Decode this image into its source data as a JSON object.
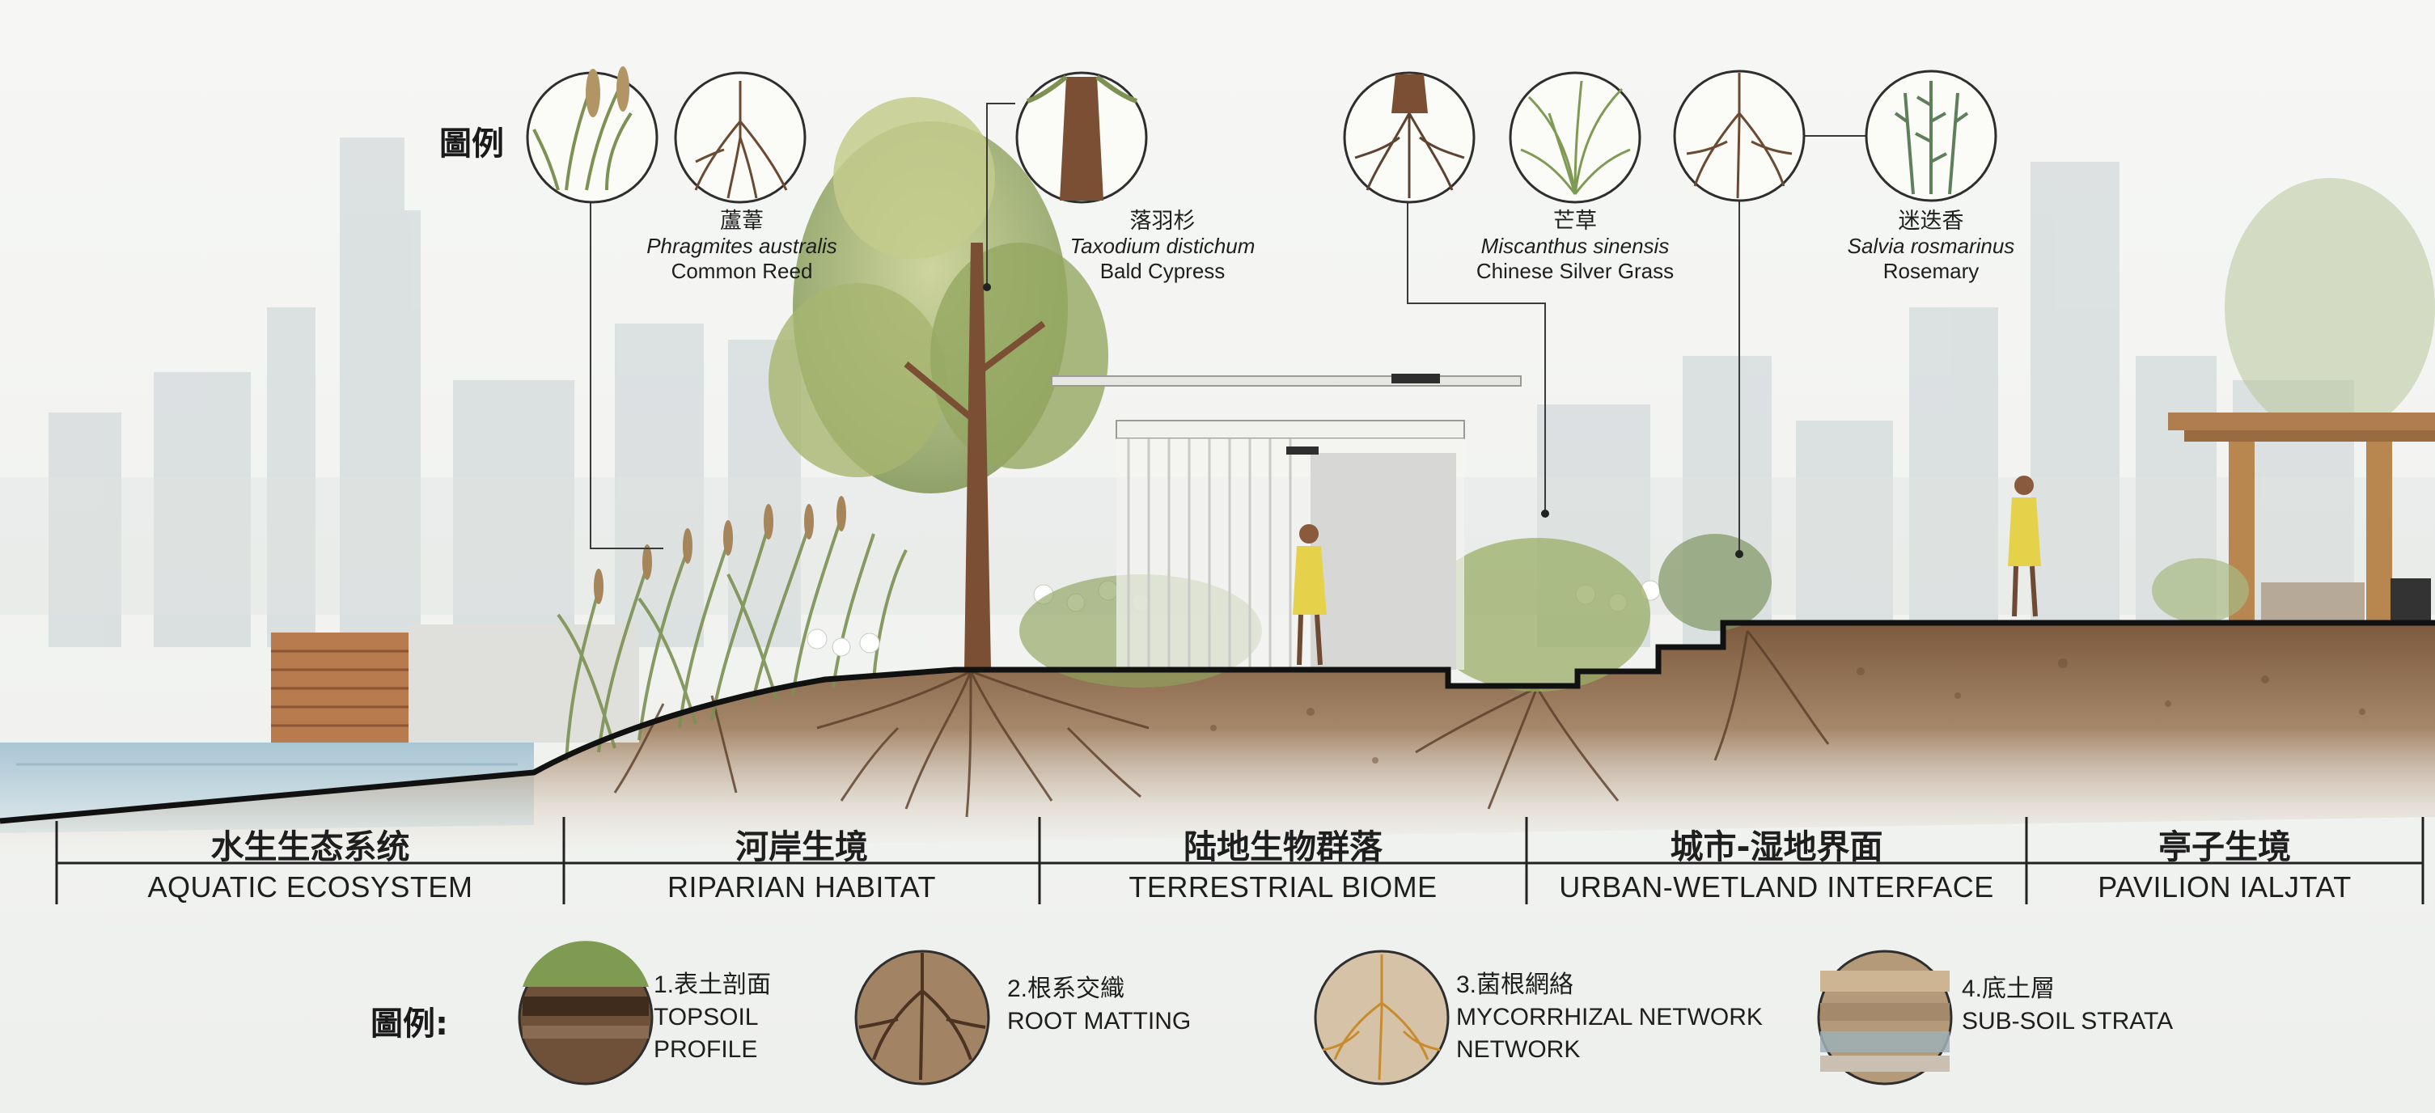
{
  "legend_top": {
    "title": "圖例"
  },
  "plants": [
    {
      "zh": "蘆葦",
      "latin": "Phragmites australis",
      "en": "Common Reed",
      "icon": "reed-icon"
    },
    {
      "zh": "落羽杉",
      "latin": "Taxodium distichum",
      "en": "Bald Cypress",
      "icon": "cypress-icon"
    },
    {
      "zh": "芒草",
      "latin": "Miscanthus sinensis",
      "en": "Chinese Silver Grass",
      "icon": "silver-grass-icon"
    },
    {
      "zh": "迷迭香",
      "latin": "Salvia rosmarinus",
      "en": "Rosemary",
      "icon": "rosemary-icon"
    }
  ],
  "zones": [
    {
      "zh": "水生生态系统",
      "en": "AQUATIC ECOSYSTEM"
    },
    {
      "zh": "河岸生境",
      "en": "RIPARIAN HABITAT"
    },
    {
      "zh": "陆地生物群落",
      "en": "TERRESTRIAL BIOME"
    },
    {
      "zh": "城市-湿地界面",
      "en": "URBAN-WETLAND INTERFACE"
    },
    {
      "zh": "亭子生境",
      "en": "PAVILION IALJTAT"
    }
  ],
  "legend_bottom": {
    "title": "圖例:",
    "items": [
      {
        "line1": "1.表土剖面",
        "line2": "TOPSOIL",
        "line3": "PROFILE"
      },
      {
        "line1": "2.根系交織",
        "line2": "ROOT MATTING",
        "line3": ""
      },
      {
        "line1": "3.菌根網絡",
        "line2": "MYCORRHIZAL NETWORK",
        "line3": "NETWORK"
      },
      {
        "line1": "4.底土層",
        "line2": "SUB-SOIL STRATA",
        "line3": ""
      }
    ]
  },
  "colors": {
    "ground_line": "#111111",
    "soil": "#8a6a4c",
    "water": "#9fbccc",
    "foliage": "#9fae69",
    "figure_dress": "#e7d43f",
    "skyline": "#c9d1d4"
  }
}
